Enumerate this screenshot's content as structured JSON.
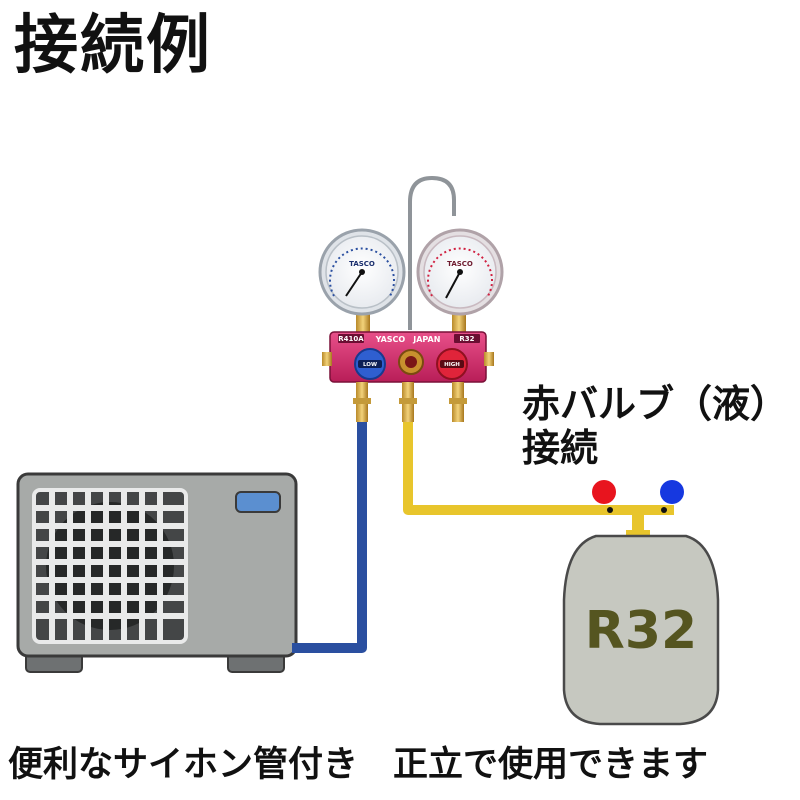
{
  "title": "接続例",
  "valve_label": {
    "line1": "赤バルブ（液）",
    "line2": "接続"
  },
  "caption": "便利なサイホン管付き　正立で使用できます",
  "cylinder_label": "R32",
  "manifold": {
    "brand": "YASCO　JAPAN",
    "left_tag": "R410A",
    "right_tag": "R32",
    "low_knob": "LOW",
    "high_knob": "HIGH",
    "gauge_brand_left": "TASCO",
    "gauge_brand_right": "TASCO"
  },
  "colors": {
    "low_hose": "#2a4fa0",
    "high_hose": "#e8c52c",
    "manifold_body": "#d8306a",
    "low_knob": "#2f5fd0",
    "high_knob": "#e0243a",
    "cylinder": "#c6c8c0",
    "cylinder_text": "#555520",
    "unit_body": "#a7aaa8",
    "red_valve": "#e8141e",
    "blue_valve": "#1638e0"
  }
}
